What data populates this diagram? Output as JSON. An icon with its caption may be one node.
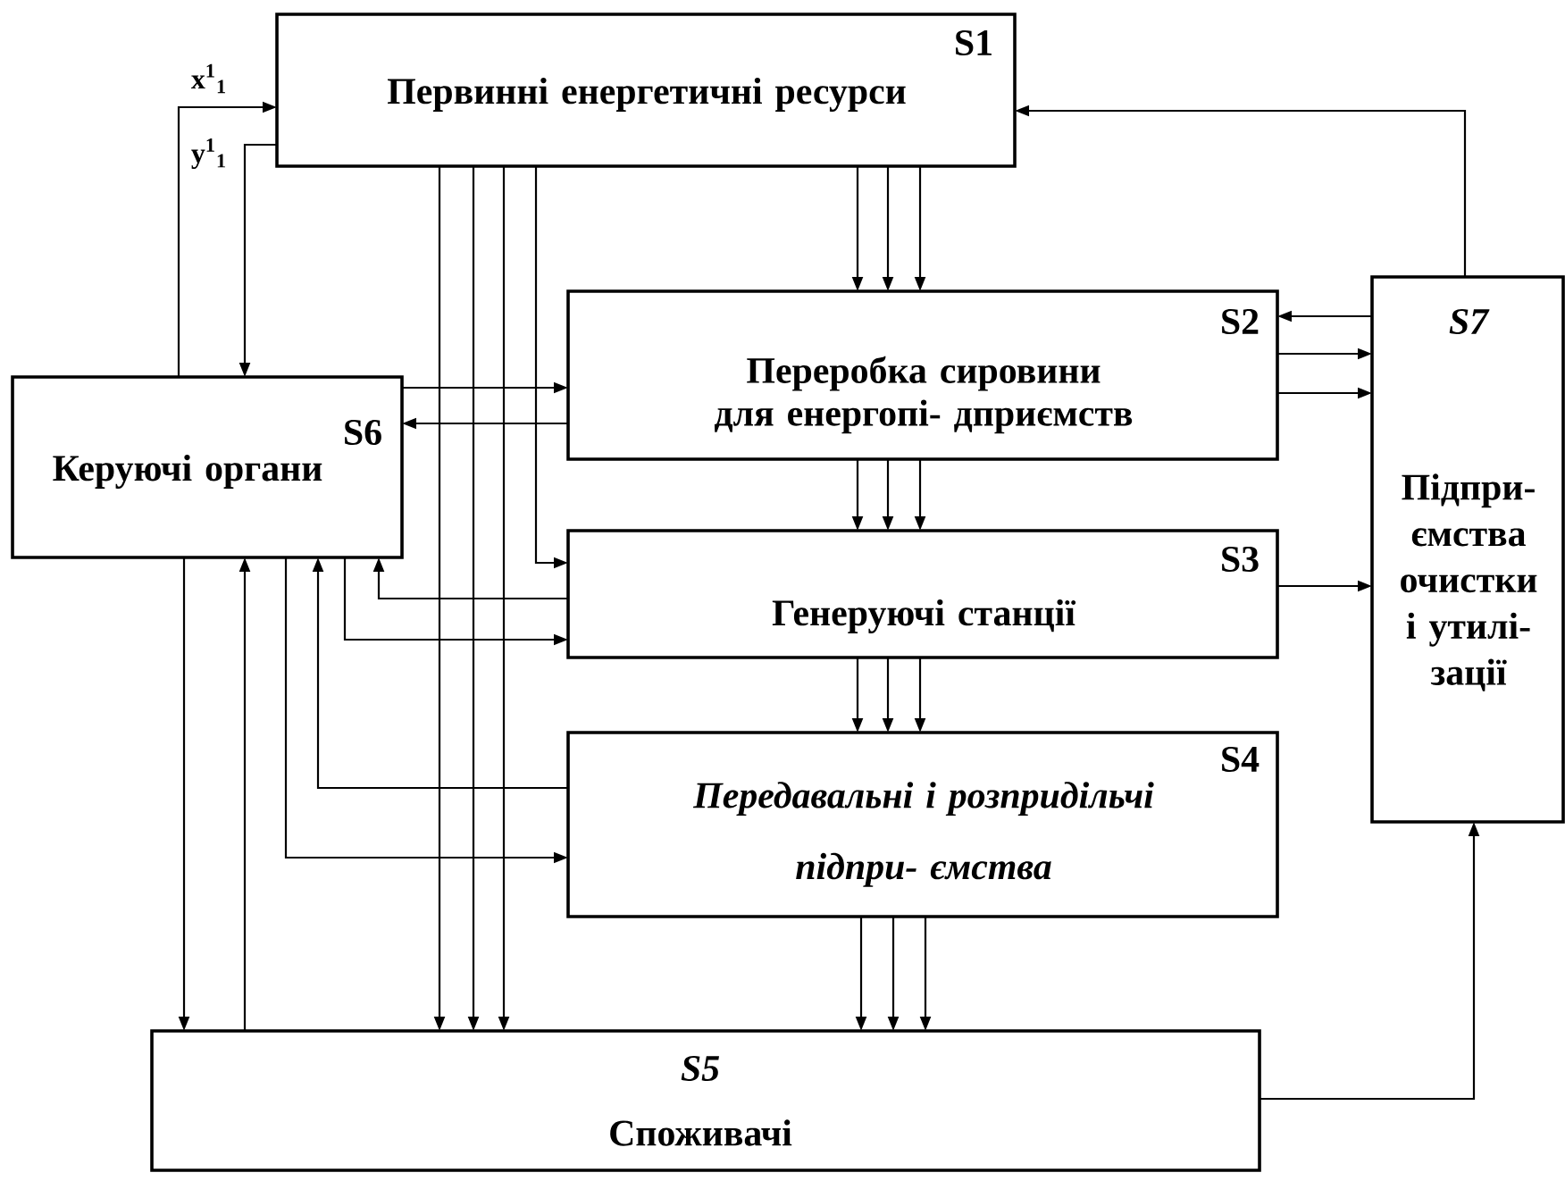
{
  "diagram": {
    "nodes": [
      {
        "text": [
          "S1",
          "Первинні енергетичні ресурси"
        ]
      },
      {
        "text": [
          "S2",
          "Переробка сировини для енергопі- дприємств"
        ]
      },
      {
        "text": [
          "S3",
          "Генеруючі станції"
        ]
      },
      {
        "text": [
          "S4",
          "Передавальні і розпридільчі підпри- ємства"
        ]
      },
      {
        "text": [
          "S5",
          "Споживачі"
        ]
      },
      {
        "text": [
          "S6",
          "Керуючі органи"
        ]
      },
      {
        "text": [
          "S7",
          "Підпри- ємства очистки і утилі- зації"
        ]
      }
    ],
    "edges": [
      {
        "from": 5,
        "to": 0,
        "arrow": "to",
        "label": "x$^{1}$$_{1}$"
      },
      {
        "from": 0,
        "to": 5,
        "arrow": "to",
        "label": "y$^{1}$$_{1}$"
      },
      {
        "from": 0,
        "to": 1,
        "arrow": "to"
      },
      {
        "from": 0,
        "to": 1,
        "arrow": "to"
      },
      {
        "from": 0,
        "to": 1,
        "arrow": "to"
      },
      {
        "from": 0,
        "to": 4,
        "arrow": "to"
      },
      {
        "from": 0,
        "to": 4,
        "arrow": "to"
      },
      {
        "from": 0,
        "to": 4,
        "arrow": "to"
      },
      {
        "from": 0,
        "to": 2,
        "arrow": "to"
      },
      {
        "from": 5,
        "to": 1,
        "arrow": "to"
      },
      {
        "from": 1,
        "to": 5,
        "arrow": "to"
      },
      {
        "from": 6,
        "to": 1,
        "arrow": "to"
      },
      {
        "from": 1,
        "to": 6,
        "arrow": "to"
      },
      {
        "from": 1,
        "to": 6,
        "arrow": "to"
      },
      {
        "from": 6,
        "to": 0,
        "arrow": "to"
      },
      {
        "from": 1,
        "to": 2,
        "arrow": "to"
      },
      {
        "from": 1,
        "to": 2,
        "arrow": "to"
      },
      {
        "from": 1,
        "to": 2,
        "arrow": "to"
      },
      {
        "from": 5,
        "to": 2,
        "arrow": "to"
      },
      {
        "from": 2,
        "to": 5,
        "arrow": "to"
      },
      {
        "from": 2,
        "to": 6,
        "arrow": "to"
      },
      {
        "from": 2,
        "to": 3,
        "arrow": "to"
      },
      {
        "from": 2,
        "to": 3,
        "arrow": "to"
      },
      {
        "from": 2,
        "to": 3,
        "arrow": "to"
      },
      {
        "from": 5,
        "to": 3,
        "arrow": "to"
      },
      {
        "from": 3,
        "to": 5,
        "arrow": "to"
      },
      {
        "from": 3,
        "to": 4,
        "arrow": "to"
      },
      {
        "from": 3,
        "to": 4,
        "arrow": "to"
      },
      {
        "from": 3,
        "to": 4,
        "arrow": "to"
      },
      {
        "from": 5,
        "to": 4,
        "arrow": "to"
      },
      {
        "from": 4,
        "to": 5,
        "arrow": "to"
      },
      {
        "from": 4,
        "to": 6,
        "arrow": "to"
      }
    ]
  }
}
